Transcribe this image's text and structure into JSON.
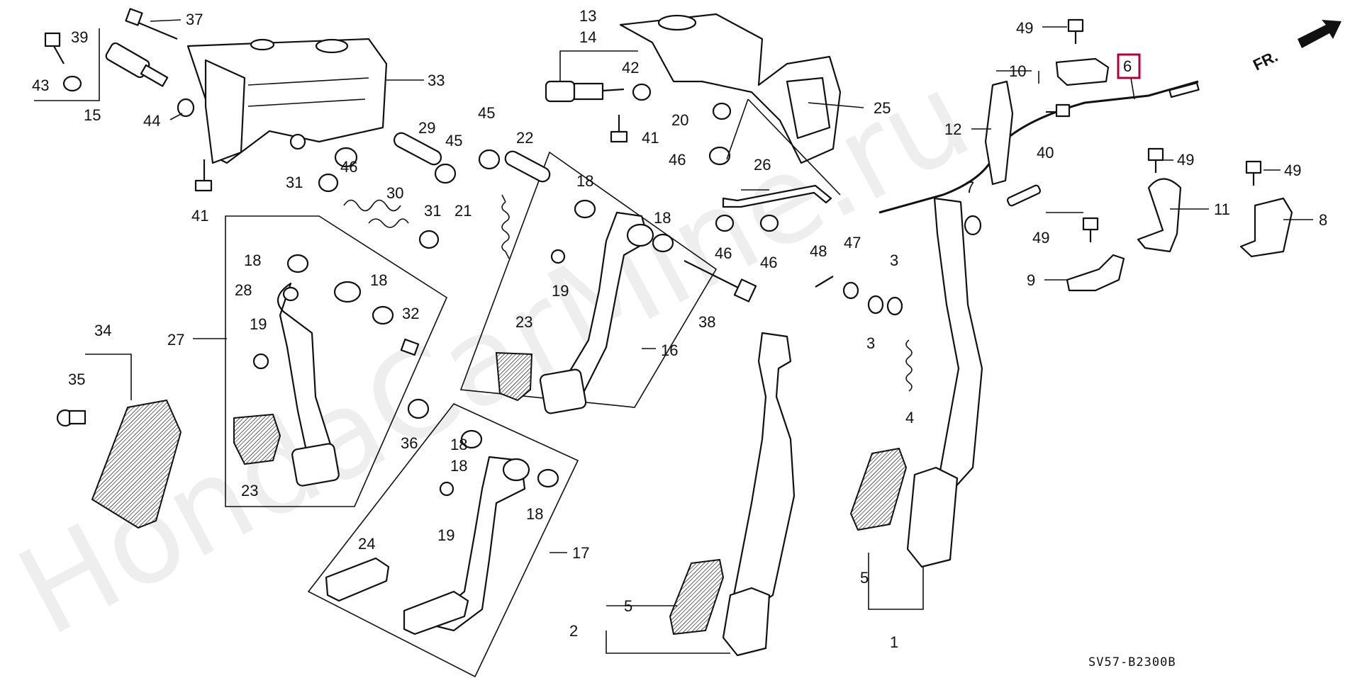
{
  "diagram_code": "SV57-B2300B",
  "watermark": "HondaCarMine.ru",
  "front_indicator": {
    "label": "FR."
  },
  "highlighted_part": "6",
  "callouts": [
    "1",
    "2",
    "3",
    "3",
    "4",
    "5",
    "5",
    "6",
    "7",
    "8",
    "9",
    "10",
    "11",
    "12",
    "13",
    "14",
    "15",
    "16",
    "17",
    "18",
    "18",
    "18",
    "18",
    "18",
    "18",
    "18",
    "19",
    "19",
    "19",
    "20",
    "21",
    "22",
    "23",
    "23",
    "24",
    "25",
    "26",
    "27",
    "28",
    "29",
    "30",
    "31",
    "31",
    "32",
    "33",
    "34",
    "35",
    "36",
    "37",
    "38",
    "39",
    "40",
    "41",
    "41",
    "41",
    "42",
    "43",
    "44",
    "45",
    "45",
    "46",
    "46",
    "46",
    "46",
    "47",
    "48",
    "49",
    "49",
    "49",
    "49"
  ],
  "colors": {
    "line": "#111111",
    "highlight": "#b0003a",
    "background": "#ffffff"
  }
}
